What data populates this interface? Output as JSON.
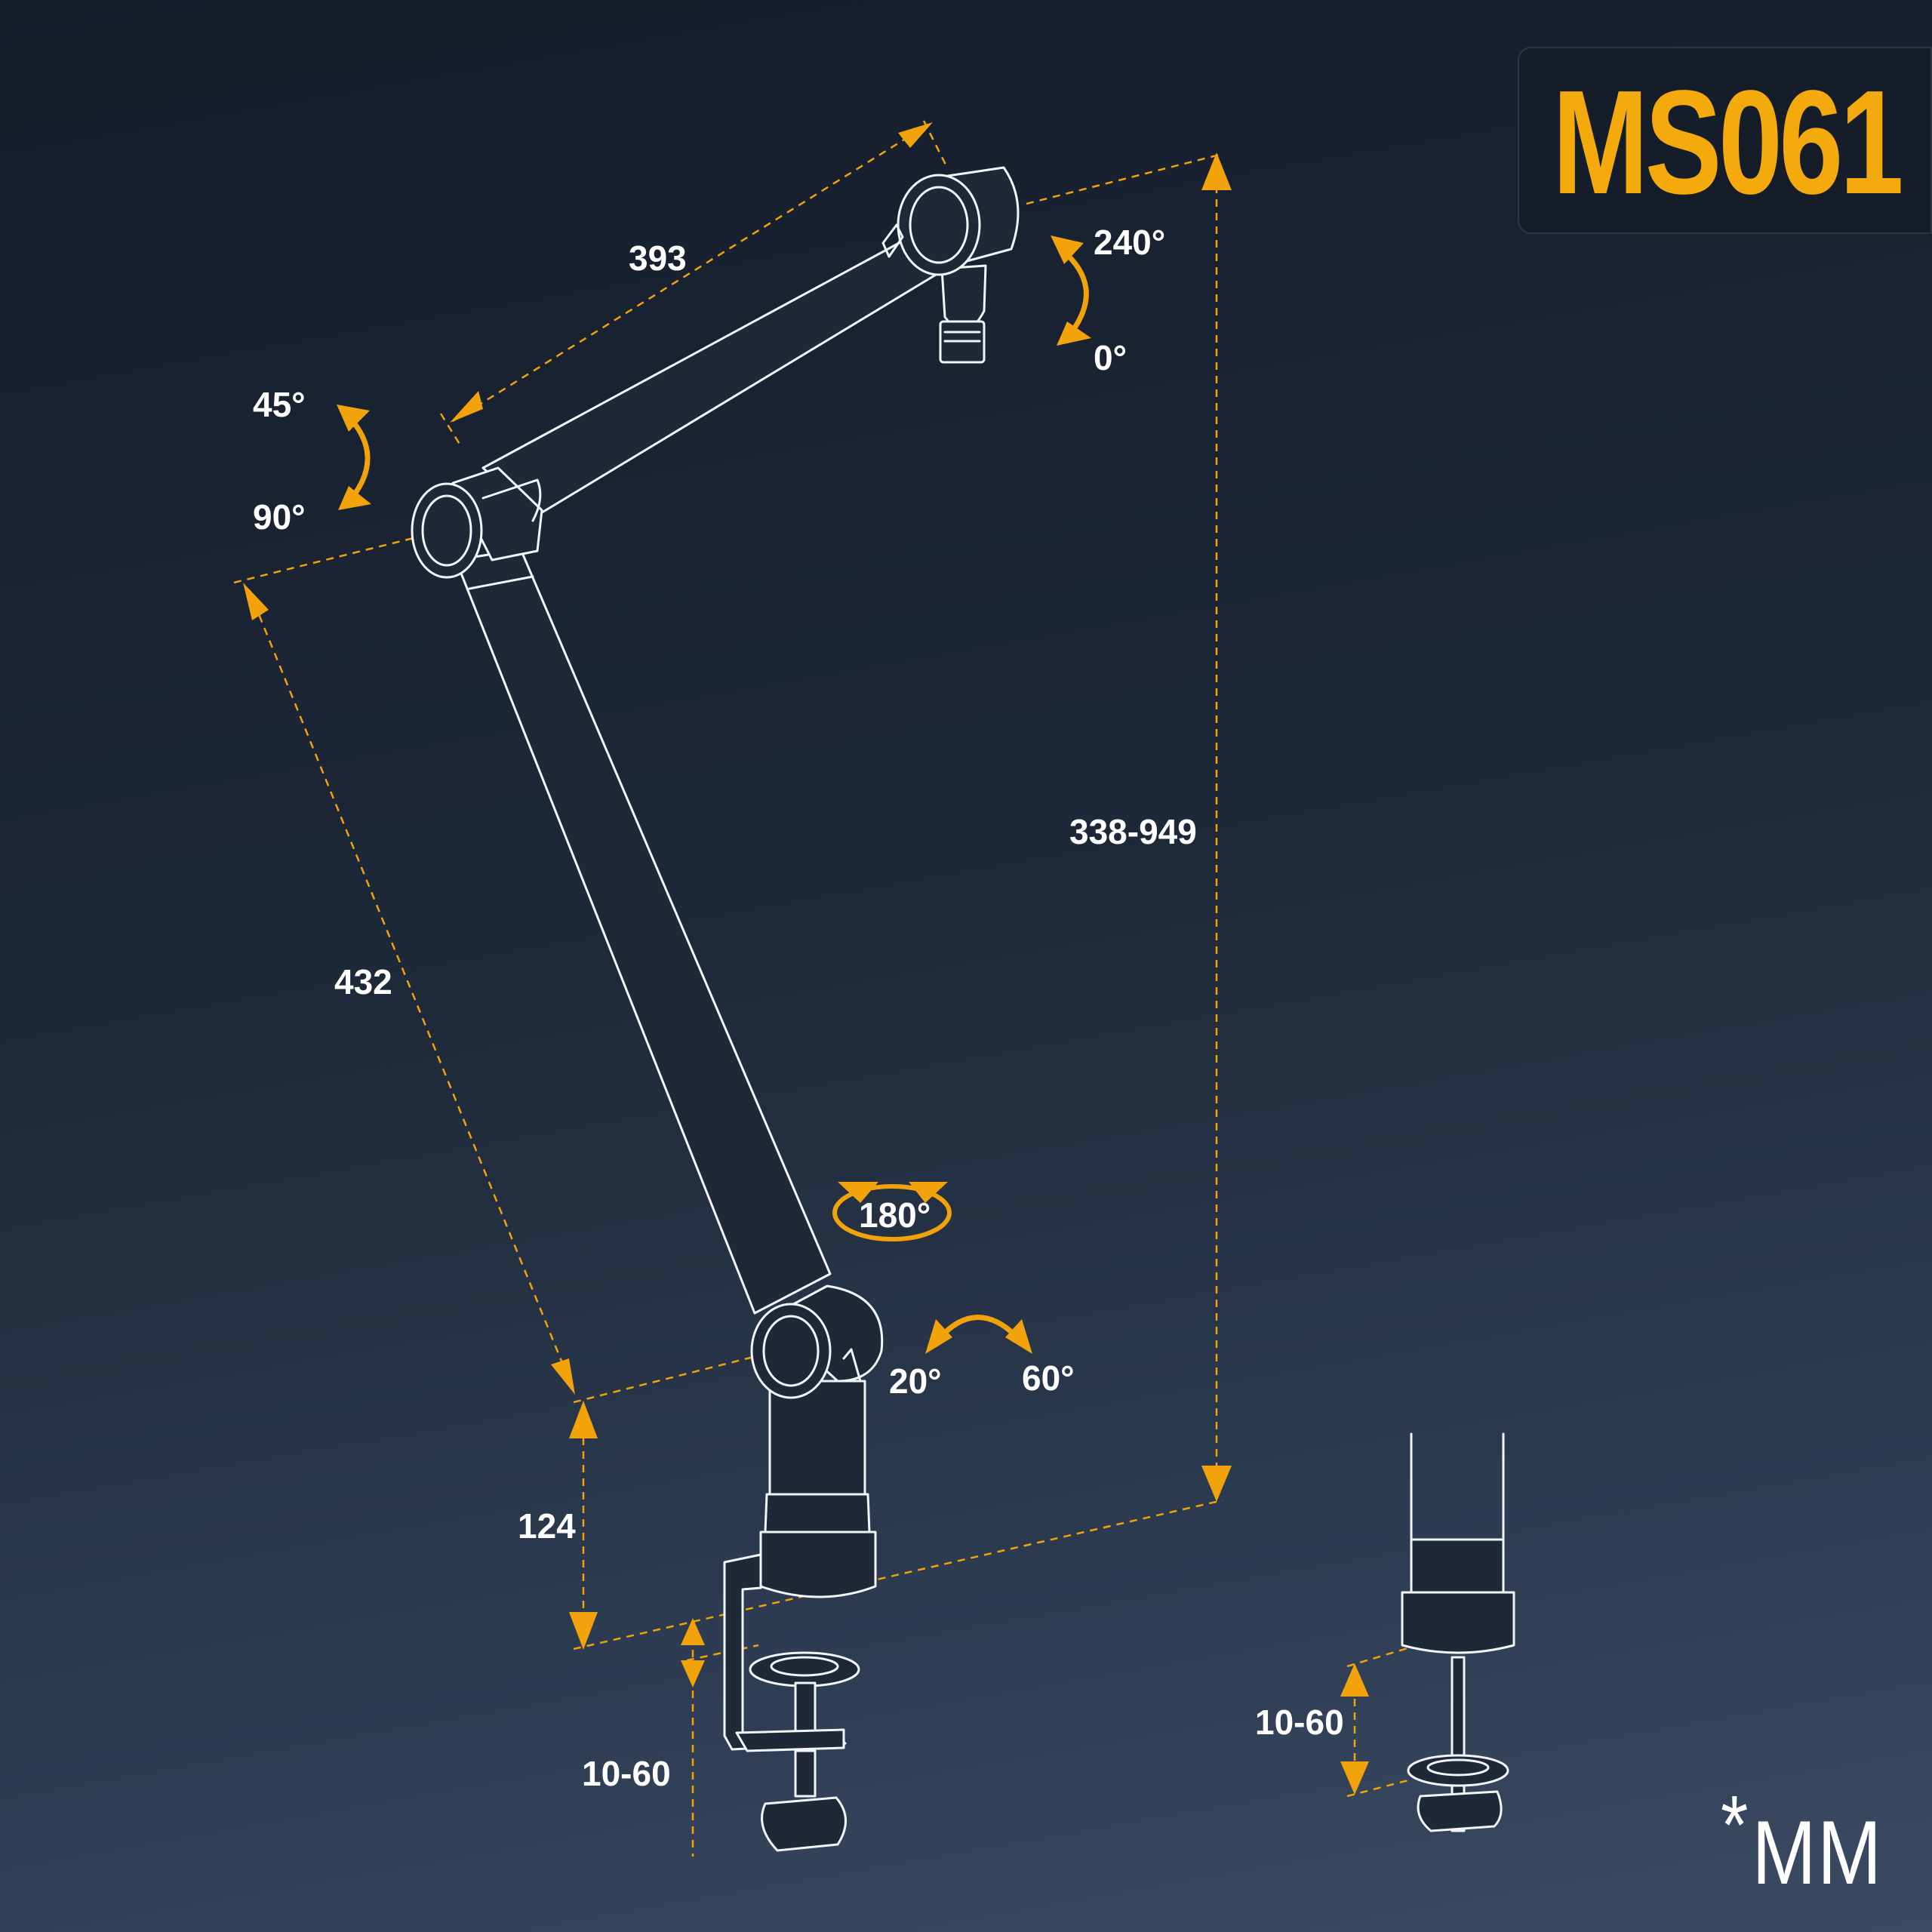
{
  "model": "MS061",
  "unit": "MM",
  "unit_prefix": "*",
  "colors": {
    "accent": "#f2a20a",
    "line": "#f2f4f7",
    "text": "#ffffff"
  },
  "dimensions": {
    "upper_arm": "393",
    "lower_arm": "432",
    "height_range": "338-949",
    "base_height": "124",
    "clamp_range": "10-60",
    "clamp_range_detail": "10-60"
  },
  "angles": {
    "head_top": "240°",
    "head_bottom": "0°",
    "elbow_top": "45°",
    "elbow_bottom": "90°",
    "swivel": "180°",
    "base_left": "20°",
    "base_right": "60°"
  }
}
